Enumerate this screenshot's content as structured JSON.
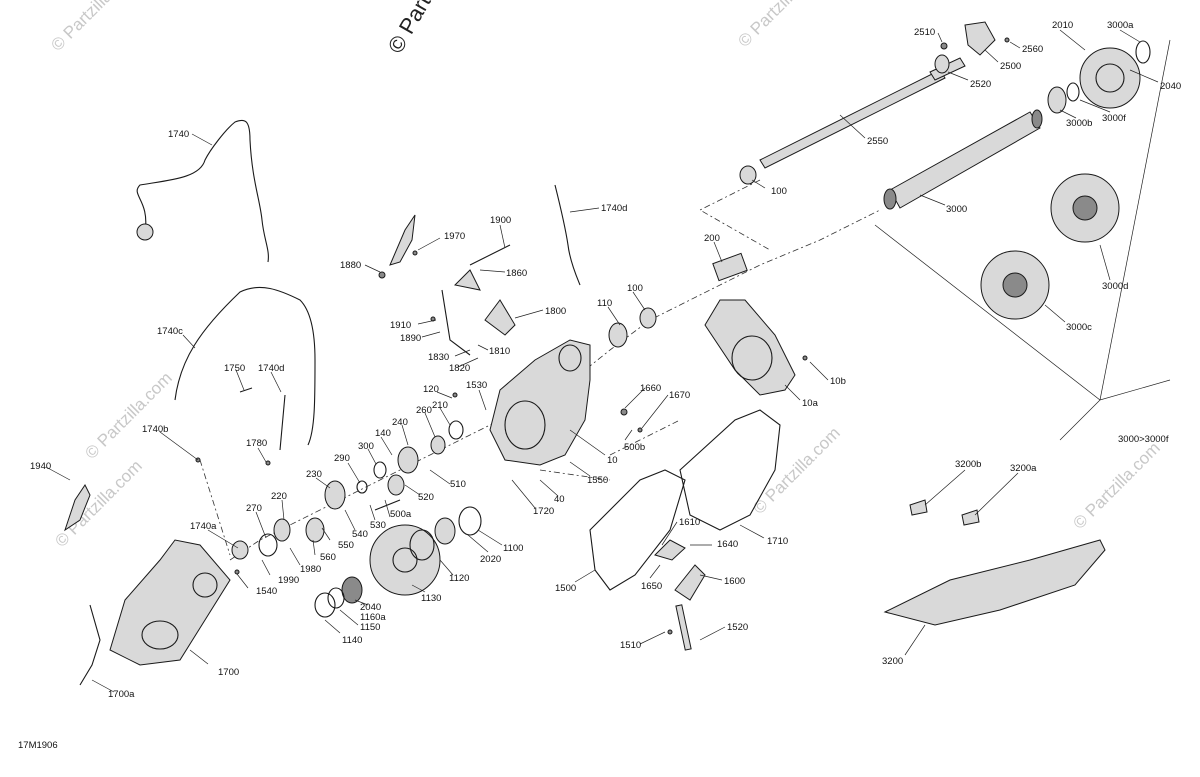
{
  "diagram": {
    "figure_code": "17M1906",
    "copyright_top": "© Partzilla.com",
    "watermark": "© Partzilla.com"
  },
  "labels": [
    "1740",
    "1740c",
    "1750",
    "1740d",
    "1740b",
    "1780",
    "1940",
    "1740a",
    "1700",
    "1700a",
    "1540",
    "1990",
    "1980",
    "270",
    "220",
    "560",
    "550",
    "230",
    "290",
    "540",
    "530",
    "300",
    "500a",
    "140",
    "240",
    "260",
    "210",
    "520",
    "510",
    "120",
    "1530",
    "1880",
    "1970",
    "1900",
    "1860",
    "1910",
    "1890",
    "1830",
    "1820",
    "1810",
    "1800",
    "1740d",
    "110",
    "100",
    "200",
    "1660",
    "1670",
    "500b",
    "10",
    "1550",
    "40",
    "1720",
    "2020",
    "1100",
    "1120",
    "1130",
    "2040",
    "1160a",
    "1150",
    "1140",
    "1500",
    "1610",
    "1640",
    "1650",
    "1600",
    "1710",
    "1510",
    "1520",
    "10a",
    "10b",
    "2510",
    "2560",
    "2500",
    "2520",
    "2550",
    "100",
    "2010",
    "3000a",
    "2040",
    "3000b",
    "3000f",
    "3000",
    "3000d",
    "3000c",
    "3000>3000f",
    "3200b",
    "3200a",
    "3200"
  ]
}
